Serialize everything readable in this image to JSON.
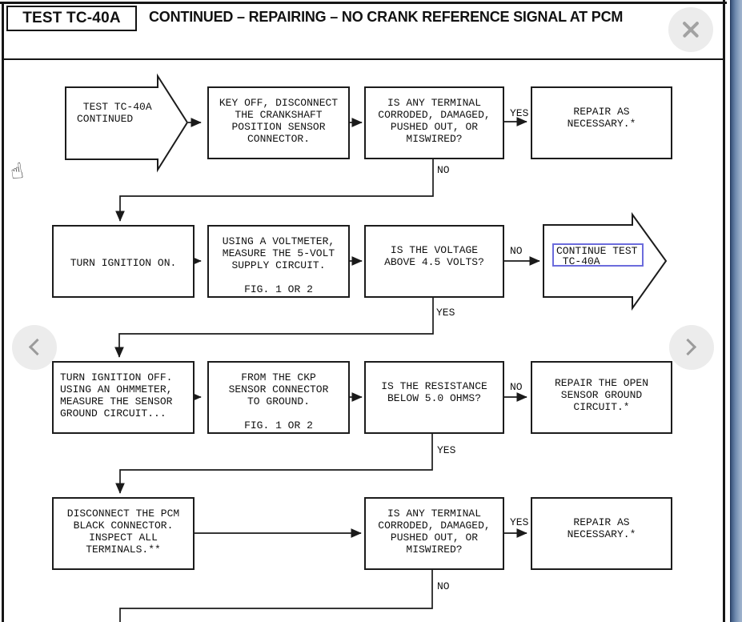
{
  "header": {
    "badge": "TEST TC-40A",
    "title": "CONTINUED – REPAIRING – NO CRANK REFERENCE SIGNAL AT PCM"
  },
  "viewer": {
    "close_icon": "close-icon",
    "prev_icon": "chevron-left-icon",
    "next_icon": "chevron-right-icon",
    "cursor_glyph": "☝"
  },
  "colors": {
    "link_highlight": "#6c6cdc",
    "scrollbar_blue": "#7c94b6",
    "line_color": "#1a1a1a",
    "button_gray": "#ececec"
  },
  "flowchart": {
    "boxes": [
      {
        "id": "start",
        "text": " TEST TC-40A\nCONTINUED"
      },
      {
        "id": "key-off",
        "text": "KEY OFF, DISCONNECT\nTHE CRANKSHAFT\nPOSITION SENSOR\nCONNECTOR."
      },
      {
        "id": "terminal-check-1",
        "text": "IS ANY TERMINAL\nCORRODED, DAMAGED,\nPUSHED OUT, OR\nMISWIRED?"
      },
      {
        "id": "repair-1",
        "text": "REPAIR AS\nNECESSARY.*"
      },
      {
        "id": "ignition-on",
        "text": "TURN IGNITION ON."
      },
      {
        "id": "voltmeter",
        "text": "USING A VOLTMETER,\nMEASURE THE 5-VOLT\nSUPPLY CIRCUIT.\n\nFIG. 1 OR 2"
      },
      {
        "id": "voltage-check",
        "text": "IS THE VOLTAGE\nABOVE 4.5 VOLTS?"
      },
      {
        "id": "continue-test",
        "text": "CONTINUE TEST\n TC-40A"
      },
      {
        "id": "ignition-off",
        "text": "TURN IGNITION OFF.\nUSING AN OHMMETER,\nMEASURE THE SENSOR\nGROUND CIRCUIT..."
      },
      {
        "id": "ckp-ground",
        "text": "FROM THE CKP\nSENSOR CONNECTOR\nTO GROUND.\n\nFIG. 1 OR 2"
      },
      {
        "id": "resistance-check",
        "text": "IS THE RESISTANCE\nBELOW 5.0 OHMS?"
      },
      {
        "id": "repair-ground",
        "text": "REPAIR THE OPEN\nSENSOR GROUND\nCIRCUIT.*"
      },
      {
        "id": "disconnect-pcm",
        "text": "DISCONNECT THE PCM\nBLACK CONNECTOR.\nINSPECT ALL\nTERMINALS.**"
      },
      {
        "id": "terminal-check-2",
        "text": "IS ANY TERMINAL\nCORRODED, DAMAGED,\nPUSHED OUT, OR\nMISWIRED?"
      },
      {
        "id": "repair-2",
        "text": "REPAIR AS\nNECESSARY.*"
      }
    ],
    "labels": [
      "YES",
      "NO",
      "NO",
      "YES",
      "NO",
      "YES",
      "YES",
      "NO"
    ]
  }
}
